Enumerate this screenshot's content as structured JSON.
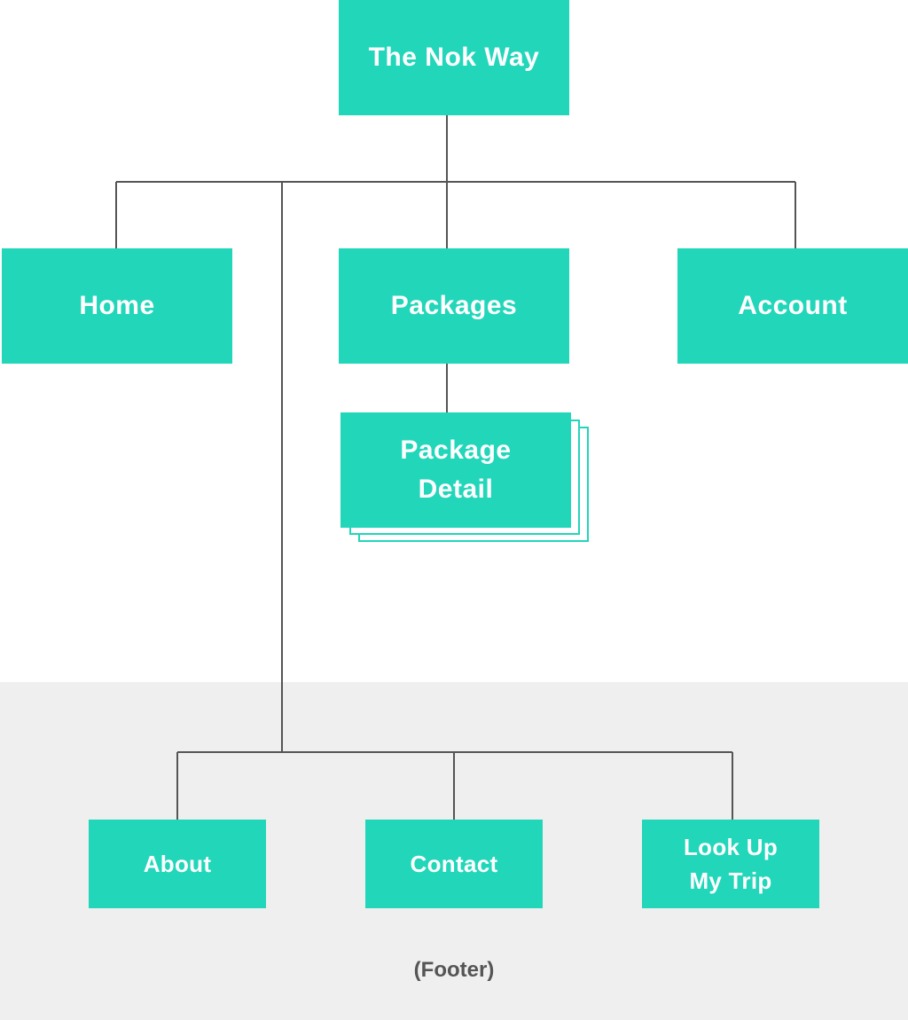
{
  "colors": {
    "node_fill": "#22d6ba",
    "node_text": "#ffffff",
    "connector": "#555555",
    "footer_band": "#efefef",
    "footer_caption": "#555555"
  },
  "root": {
    "label": "The Nok Way"
  },
  "main_nav": [
    {
      "id": "home",
      "label": "Home"
    },
    {
      "id": "packages",
      "label": "Packages"
    },
    {
      "id": "account",
      "label": "Account"
    }
  ],
  "package_detail": {
    "label": "Package\nDetail"
  },
  "footer": {
    "caption": "(Footer)",
    "items": [
      {
        "id": "about",
        "label": "About"
      },
      {
        "id": "contact",
        "label": "Contact"
      },
      {
        "id": "lookup",
        "label": "Look Up\nMy Trip"
      }
    ]
  }
}
